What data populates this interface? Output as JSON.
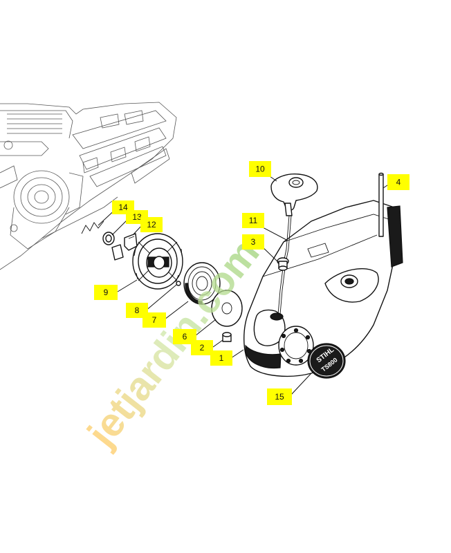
{
  "diagram": {
    "label_color": "#ffff00",
    "brand_text": "STIHL",
    "model_text": "TS800",
    "watermark_text": "jetjardin.com",
    "watermark_colors": [
      "#ffcc66",
      "#cfe7a8",
      "#9fd37a"
    ],
    "callouts": [
      {
        "id": "10",
        "text": "10"
      },
      {
        "id": "4",
        "text": "4"
      },
      {
        "id": "14",
        "text": "14"
      },
      {
        "id": "13",
        "text": "13"
      },
      {
        "id": "12",
        "text": "12"
      },
      {
        "id": "11",
        "text": "11"
      },
      {
        "id": "3",
        "text": "3"
      },
      {
        "id": "9",
        "text": "9"
      },
      {
        "id": "8",
        "text": "8"
      },
      {
        "id": "7",
        "text": "7"
      },
      {
        "id": "6",
        "text": "6"
      },
      {
        "id": "2",
        "text": "2"
      },
      {
        "id": "1",
        "text": "1"
      },
      {
        "id": "15",
        "text": "15"
      }
    ]
  }
}
